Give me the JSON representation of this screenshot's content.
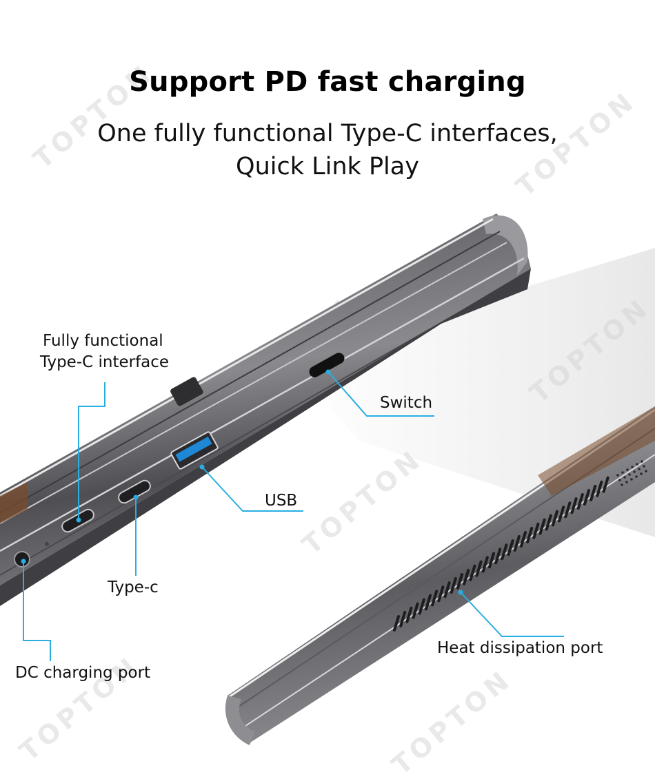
{
  "header": {
    "title": "Support PD fast charging",
    "subtitle_line1": "One fully functional Type-C interfaces,",
    "subtitle_line2": "Quick Link Play"
  },
  "watermark": "TOPTON",
  "callouts": {
    "fully_functional_line1": "Fully functional",
    "fully_functional_line2": "Type-C interface",
    "switch": "Switch",
    "usb": "USB",
    "type_c": "Type-c",
    "dc_charging": "DC charging port",
    "heat_dissipation": "Heat dissipation port"
  },
  "colors": {
    "leader_line": "#29aee3",
    "usb_port": "#1e88d6",
    "device_body": "#6f6f73",
    "background": "#ffffff"
  }
}
